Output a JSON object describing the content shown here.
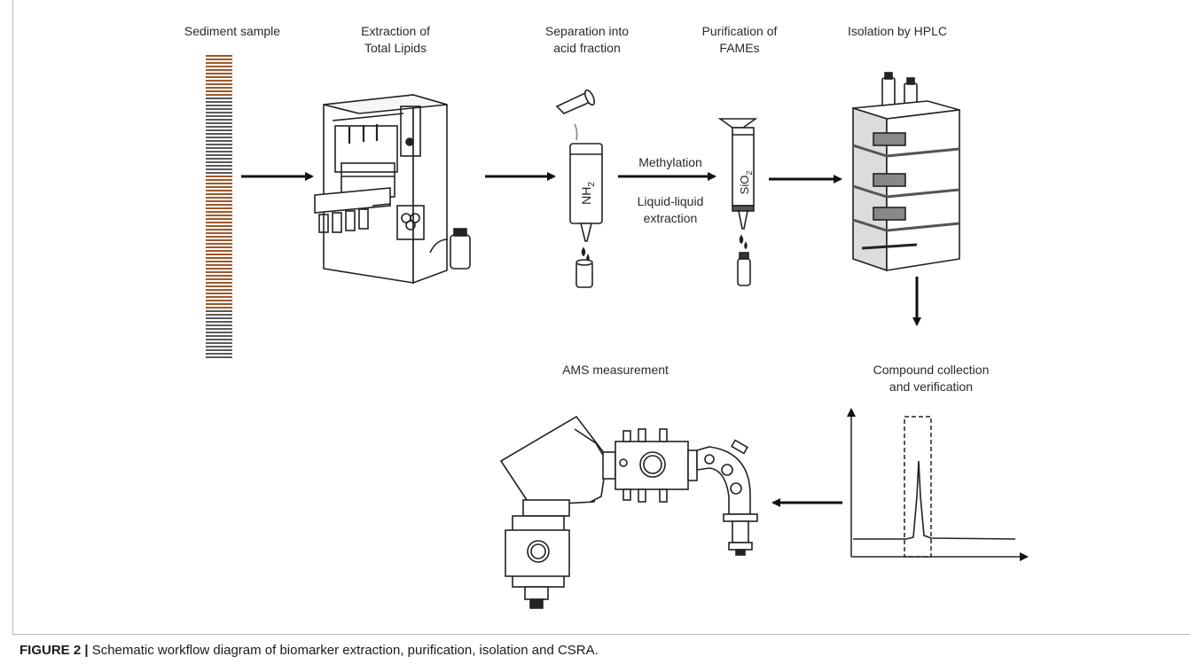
{
  "steps": {
    "sediment": {
      "label": "Sediment sample"
    },
    "extraction": {
      "line1": "Extraction of",
      "line2": "Total Lipids"
    },
    "separation": {
      "line1": "Separation into",
      "line2": "acid fraction"
    },
    "purification": {
      "line1": "Purification of",
      "line2": "FAMEs"
    },
    "isolation": {
      "label": "Isolation by HPLC"
    },
    "collection": {
      "line1": "Compound collection",
      "line2": "and verification"
    },
    "ams": {
      "label": "AMS measurement"
    }
  },
  "reagents": {
    "methylation": "Methylation",
    "liquid": "Liquid-liquid",
    "liquid2": "extraction"
  },
  "column_labels": {
    "nh2_main": "NH",
    "nh2_sub": "2",
    "sio2_main": "SiO",
    "sio2_sub": "2"
  },
  "caption": {
    "figure_number": "FIGURE 2 |",
    "text": " Schematic workflow diagram of biomarker extraction, purification, isolation and CSRA."
  },
  "colors": {
    "sediment_brown": "#a0582b",
    "sediment_grey": "#5a5a5a",
    "line": "#222222",
    "hplc_side": "#dcdcdc"
  }
}
